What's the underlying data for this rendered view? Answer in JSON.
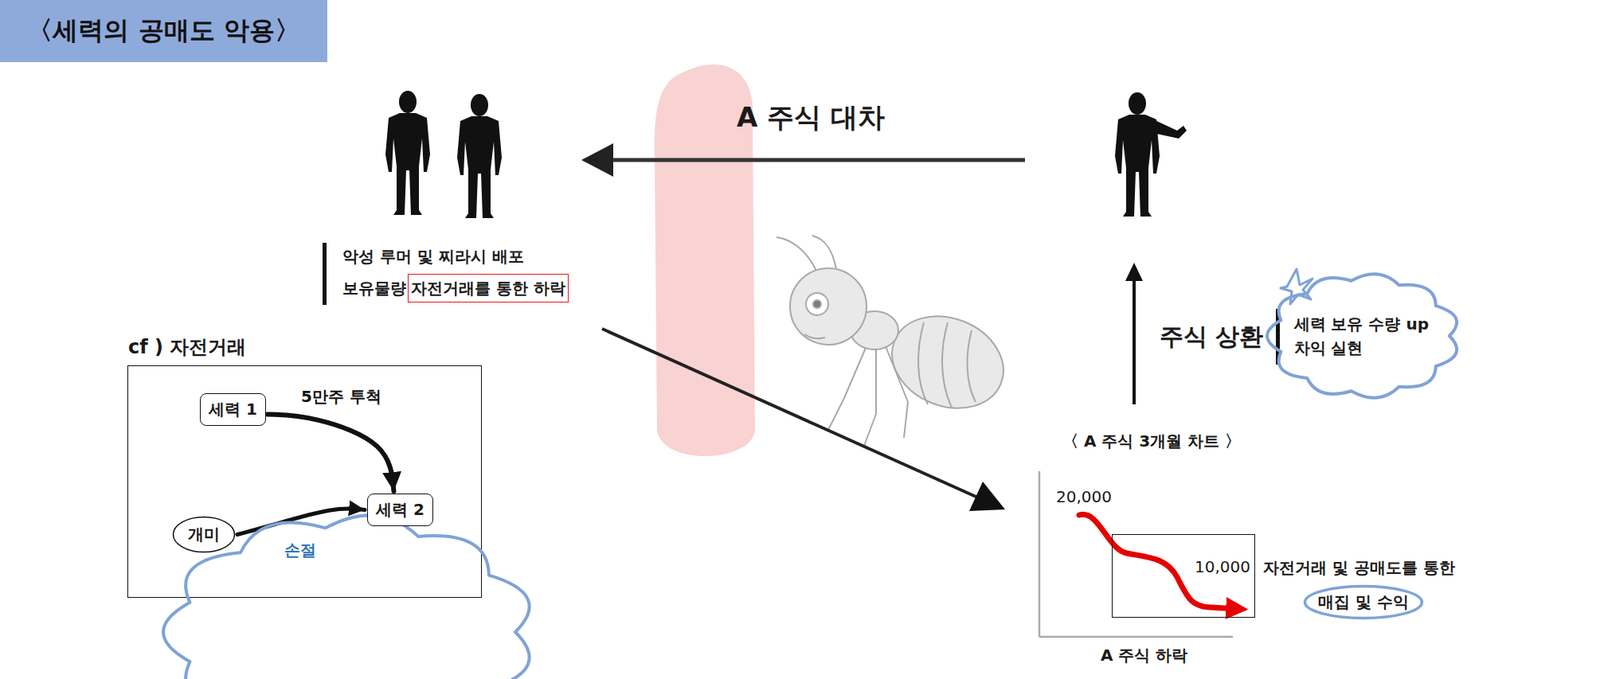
{
  "diagram": {
    "title": "〈세력의 공매도 악용〉",
    "nodes": [
      {
        "text": [
          "악성 루머 및 찌라시 배포",
          "보유물량"
        ]
      },
      {
        "text": [
          "자전거래를 통한 하락"
        ],
        "in": 0
      },
      {
        "text": [
          "cf ) 자전거래"
        ]
      },
      {
        "text": [
          "세력 1"
        ],
        "in": 2
      },
      {
        "text": [
          "개미"
        ],
        "in": 2
      },
      {
        "text": [
          "세력 2"
        ],
        "in": 2
      },
      {
        "text": [
          "10,000"
        ]
      },
      {
        "text": [
          "매집 및 수익"
        ]
      },
      {
        "text": [
          "세력 보유 수량 up 차익 실현"
        ]
      }
    ],
    "edges": [
      {
        "from": 3,
        "to": 5,
        "label": "5만주 투척",
        "arrow": "to"
      },
      {
        "from": 4,
        "to": 5,
        "label": "손절",
        "arrow": "to"
      }
    ],
    "labels": [
      "A 주식 대차",
      "주식 상환",
      "〈 A 주식 3개월 차트 〉",
      "20,000",
      "자전거래 및 공매도를 통한",
      "A 주식 하락"
    ]
  }
}
